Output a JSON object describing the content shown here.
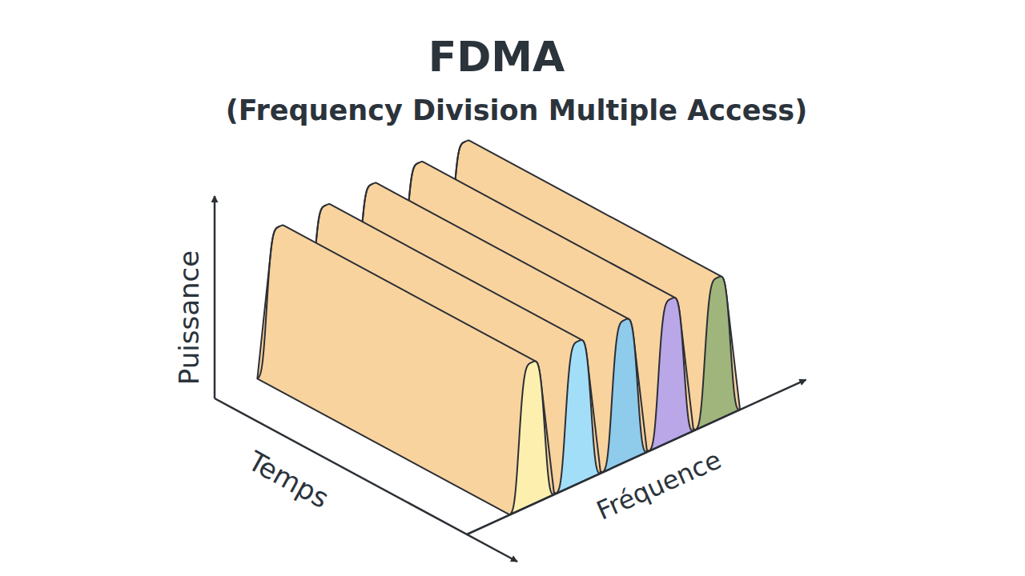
{
  "diagram": {
    "title": "FDMA",
    "labels": [
      "(Frequency Division Multiple Access)",
      "Puissance",
      "Temps",
      "Fréquence"
    ]
  }
}
